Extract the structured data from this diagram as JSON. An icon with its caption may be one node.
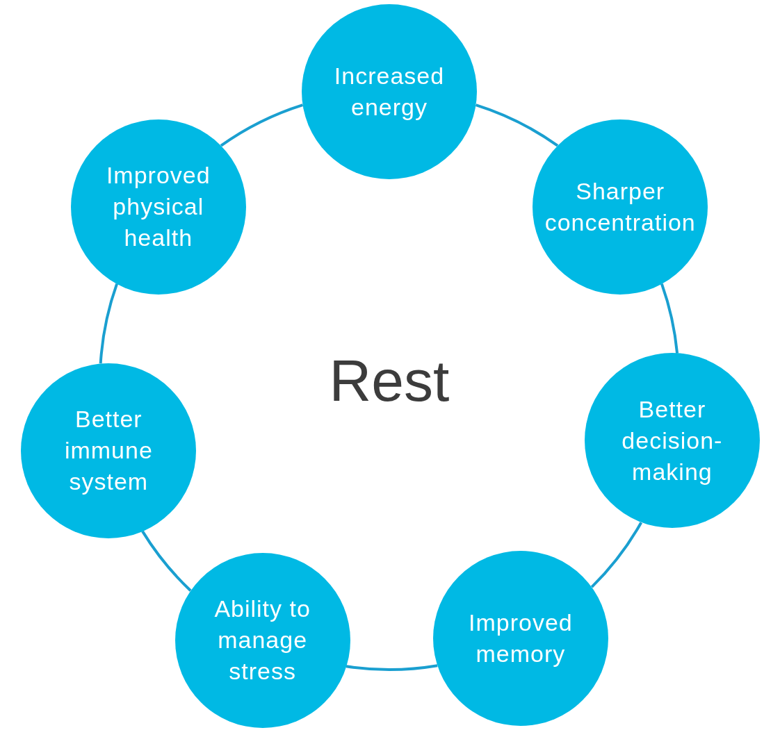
{
  "diagram": {
    "nodes": [
      {
        "text": [
          "Increased energy"
        ]
      },
      {
        "text": [
          "Sharper concentration"
        ]
      },
      {
        "text": [
          "Better decision-making"
        ]
      },
      {
        "text": [
          "Improved memory"
        ]
      },
      {
        "text": [
          "Ability to manage stress"
        ]
      },
      {
        "text": [
          "Better immune system"
        ]
      },
      {
        "text": [
          "Improved physical health"
        ]
      }
    ],
    "edges": [
      {
        "from": 0,
        "to": 1,
        "arrow": "none"
      },
      {
        "from": 1,
        "to": 2,
        "arrow": "none"
      },
      {
        "from": 2,
        "to": 3,
        "arrow": "none"
      },
      {
        "from": 3,
        "to": 4,
        "arrow": "none"
      },
      {
        "from": 4,
        "to": 5,
        "arrow": "none"
      },
      {
        "from": 5,
        "to": 6,
        "arrow": "none"
      },
      {
        "from": 6,
        "to": 0,
        "arrow": "none"
      }
    ],
    "labels": [
      "Rest"
    ]
  }
}
